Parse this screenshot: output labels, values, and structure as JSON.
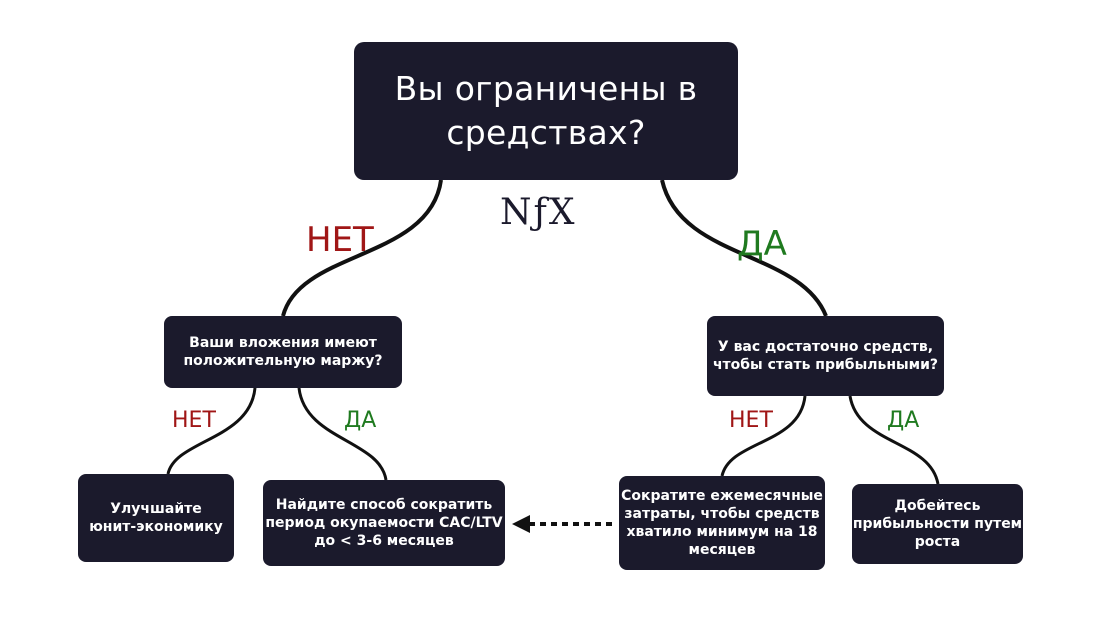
{
  "logo": "NƒX",
  "root": {
    "text": "Вы ограничены в\nсредствах?"
  },
  "labels": {
    "no": "НЕТ",
    "yes": "ДА"
  },
  "left_question": {
    "text": "Ваши вложения имеют\nположительную маржу?"
  },
  "right_question": {
    "text": "У вас достаточно средств,\nчтобы стать прибыльными?"
  },
  "outcomes": {
    "left_no": "Улучшайте\nюнит-экономику",
    "left_yes": "Найдите способ сократить\nпериод окупаемости CAC/LTV\nдо < 3-6 месяцев",
    "right_no": "Сократите ежемесячные\nзатраты, чтобы средств\nхватило минимум на 18\nмесяцев",
    "right_yes": "Добейтесь\nприбыльности путем\nроста"
  },
  "colors": {
    "box": "#1b1a2c",
    "no": "#a01616",
    "yes": "#1f7a1f",
    "line": "#111111"
  }
}
